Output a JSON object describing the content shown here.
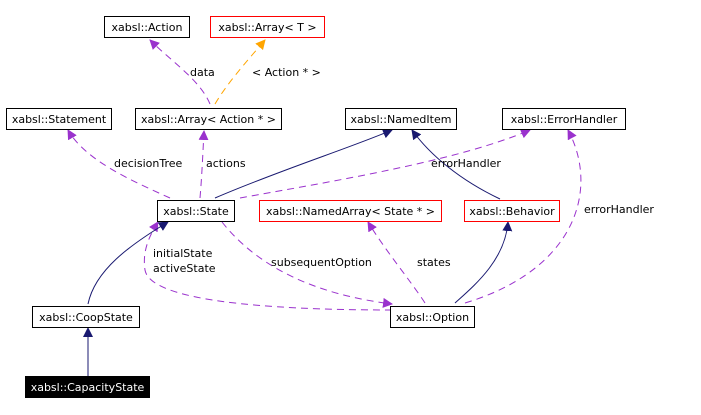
{
  "nodes": {
    "action": "xabsl::Action",
    "array_t": "xabsl::Array< T >",
    "statement": "xabsl::Statement",
    "array_action": "xabsl::Array< Action * >",
    "named_item": "xabsl::NamedItem",
    "error_handler": "xabsl::ErrorHandler",
    "state": "xabsl::State",
    "named_array_state": "xabsl::NamedArray< State * >",
    "behavior": "xabsl::Behavior",
    "coop_state": "xabsl::CoopState",
    "option": "xabsl::Option",
    "capacity_state": "xabsl::CapacityState"
  },
  "edge_labels": {
    "data": "data",
    "template_arg": "< Action * >",
    "decision_tree": "decisionTree",
    "actions": "actions",
    "error_handler_behavior": "errorHandler",
    "error_handler_option": "errorHandler",
    "initial_state": "initialState",
    "active_state": "activeState",
    "subsequent_option": "subsequentOption",
    "states": "states"
  },
  "colors": {
    "inheritance": "#191970",
    "usage": "#9a32cd",
    "template_instance": "#ffa500",
    "template_border": "#ff0000",
    "selected_fill": "#000000"
  }
}
